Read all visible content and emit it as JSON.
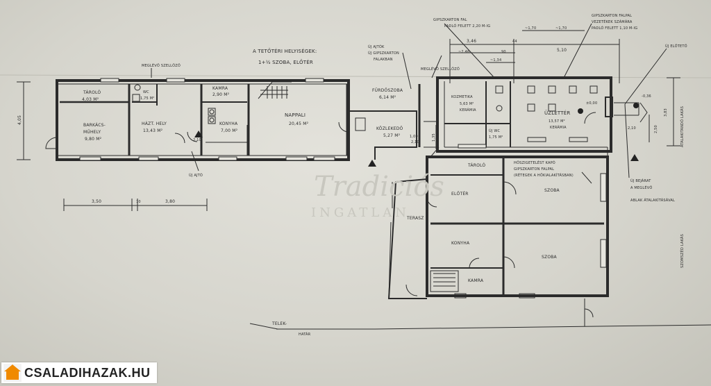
{
  "plan": {
    "heading_line1": "A TETŐTÉRI HELYISÉGEK:",
    "heading_line2": "1+½ SZOBA, ELŐTÉR",
    "rooms": {
      "tarolo_left": {
        "name": "TÁROLÓ",
        "area": "4,03 M²"
      },
      "wc": {
        "name": "WC",
        "area": "1,75 M²"
      },
      "barkacs": {
        "name": "BARKÁCS-",
        "name2": "MŰHELY",
        "area": "9,80 M²"
      },
      "haztart": {
        "name": "HÁZT. HELY",
        "area": "13,43 M²"
      },
      "kamra_top": {
        "name": "KAMRA",
        "area": "2,90 M²"
      },
      "konyha_top": {
        "name": "KONYHA",
        "area": "7,00 M²"
      },
      "nappali": {
        "name": "NAPPALI",
        "area": "20,45 M²"
      },
      "furdoszoba": {
        "name": "FÜRDŐSZOBA",
        "area": "6,14 M²"
      },
      "kozlekedo": {
        "name": "KÖZLEKEDŐ",
        "area": "5,27 M²"
      },
      "kozmetika": {
        "name": "KOZMETIKA",
        "area": "5,63 M²",
        "floor": "KERÁMIA"
      },
      "uzlet": {
        "name": "ÜZLETTÉR",
        "area": "13,57 M²",
        "floor": "KERÁMIA"
      },
      "ujwc": {
        "name": "ÚJ WC",
        "area": "1,75 M²"
      },
      "tarolo_mid": {
        "name": "TÁROLÓ"
      },
      "eloter": {
        "name": "ELŐTÉR"
      },
      "szoba1": {
        "name": "SZOBA"
      },
      "szoba2": {
        "name": "SZOBA"
      },
      "terasz": {
        "name": "TERASZ"
      },
      "konyha_low": {
        "name": "KONYHA"
      },
      "kamra_low": {
        "name": "KAMRA"
      }
    },
    "notes": {
      "gipsz_fal": "GIPSZKARTON FAL",
      "gipsz_fal_sub": "PADLÓ FELETT 2,20 M-IG",
      "gipsz_falpal": "GIPSZKARTON FALPAL",
      "vezetekek": "VEZETÉKEK SZÁMÁRA",
      "padlo_felett": "PADLÓ FELETT 1,10 M-IG",
      "uj_ajtok": "ÚJ AJTÓK",
      "uj_ajtok2": "ÚJ GIPSZKARTON",
      "falakban": "FALAKBAN",
      "meglevo_szellozo": "MEGLÉVŐ SZELLŐZŐ",
      "meglevo_szellozo2": "MEGLÉVŐ SZELLŐZŐ",
      "uj_eloteto": "ÚJ ELŐTETŐ",
      "uj_ajto": "ÚJ AJTÓ",
      "hoszigeteles": "HŐSZIGETELÉST KAPÓ",
      "gipsz_falpal2": "GIPSZKARTON FALPAL",
      "retegek": "(RÉTEGEK A HŐKIALAKÍTÁSBAN)",
      "uj_bejarat": "ÚJ BEJÁRAT",
      "a_meglevo": "A MEGLÉVŐ",
      "ablak": "ABLAK ÁTALAKÍTÁSÁVAL",
      "telek": "TELEK-",
      "hatar": "HATÁR",
      "street1": "ÁTALAKITANDÓ LAKÁS",
      "street2": "SZOMSZÉD LAKÁS"
    },
    "dims": {
      "d350": "3,50",
      "d10": "10",
      "d380": "3,80",
      "d405": "4,05",
      "d346": "3,46",
      "d44": "44",
      "d510": "5,10",
      "d246": "~2,46",
      "d170a": "~1,70",
      "d170b": "~1,70",
      "d134": "~1,34",
      "d036": "-0,36",
      "d000": "±0,00",
      "d383": "3,83",
      "d250": "2,50",
      "d135": "1,35",
      "d210a": "2,10",
      "d100": "1,00",
      "d210b": "2,10",
      "d210c": "2,10",
      "d90": "90"
    },
    "watermark": "Tradiciós",
    "watermark2": "INGATLAN"
  },
  "badge": {
    "text": "CSALADIHAZAK.HU",
    "icon": "house-icon",
    "accent": "#f08a00"
  }
}
